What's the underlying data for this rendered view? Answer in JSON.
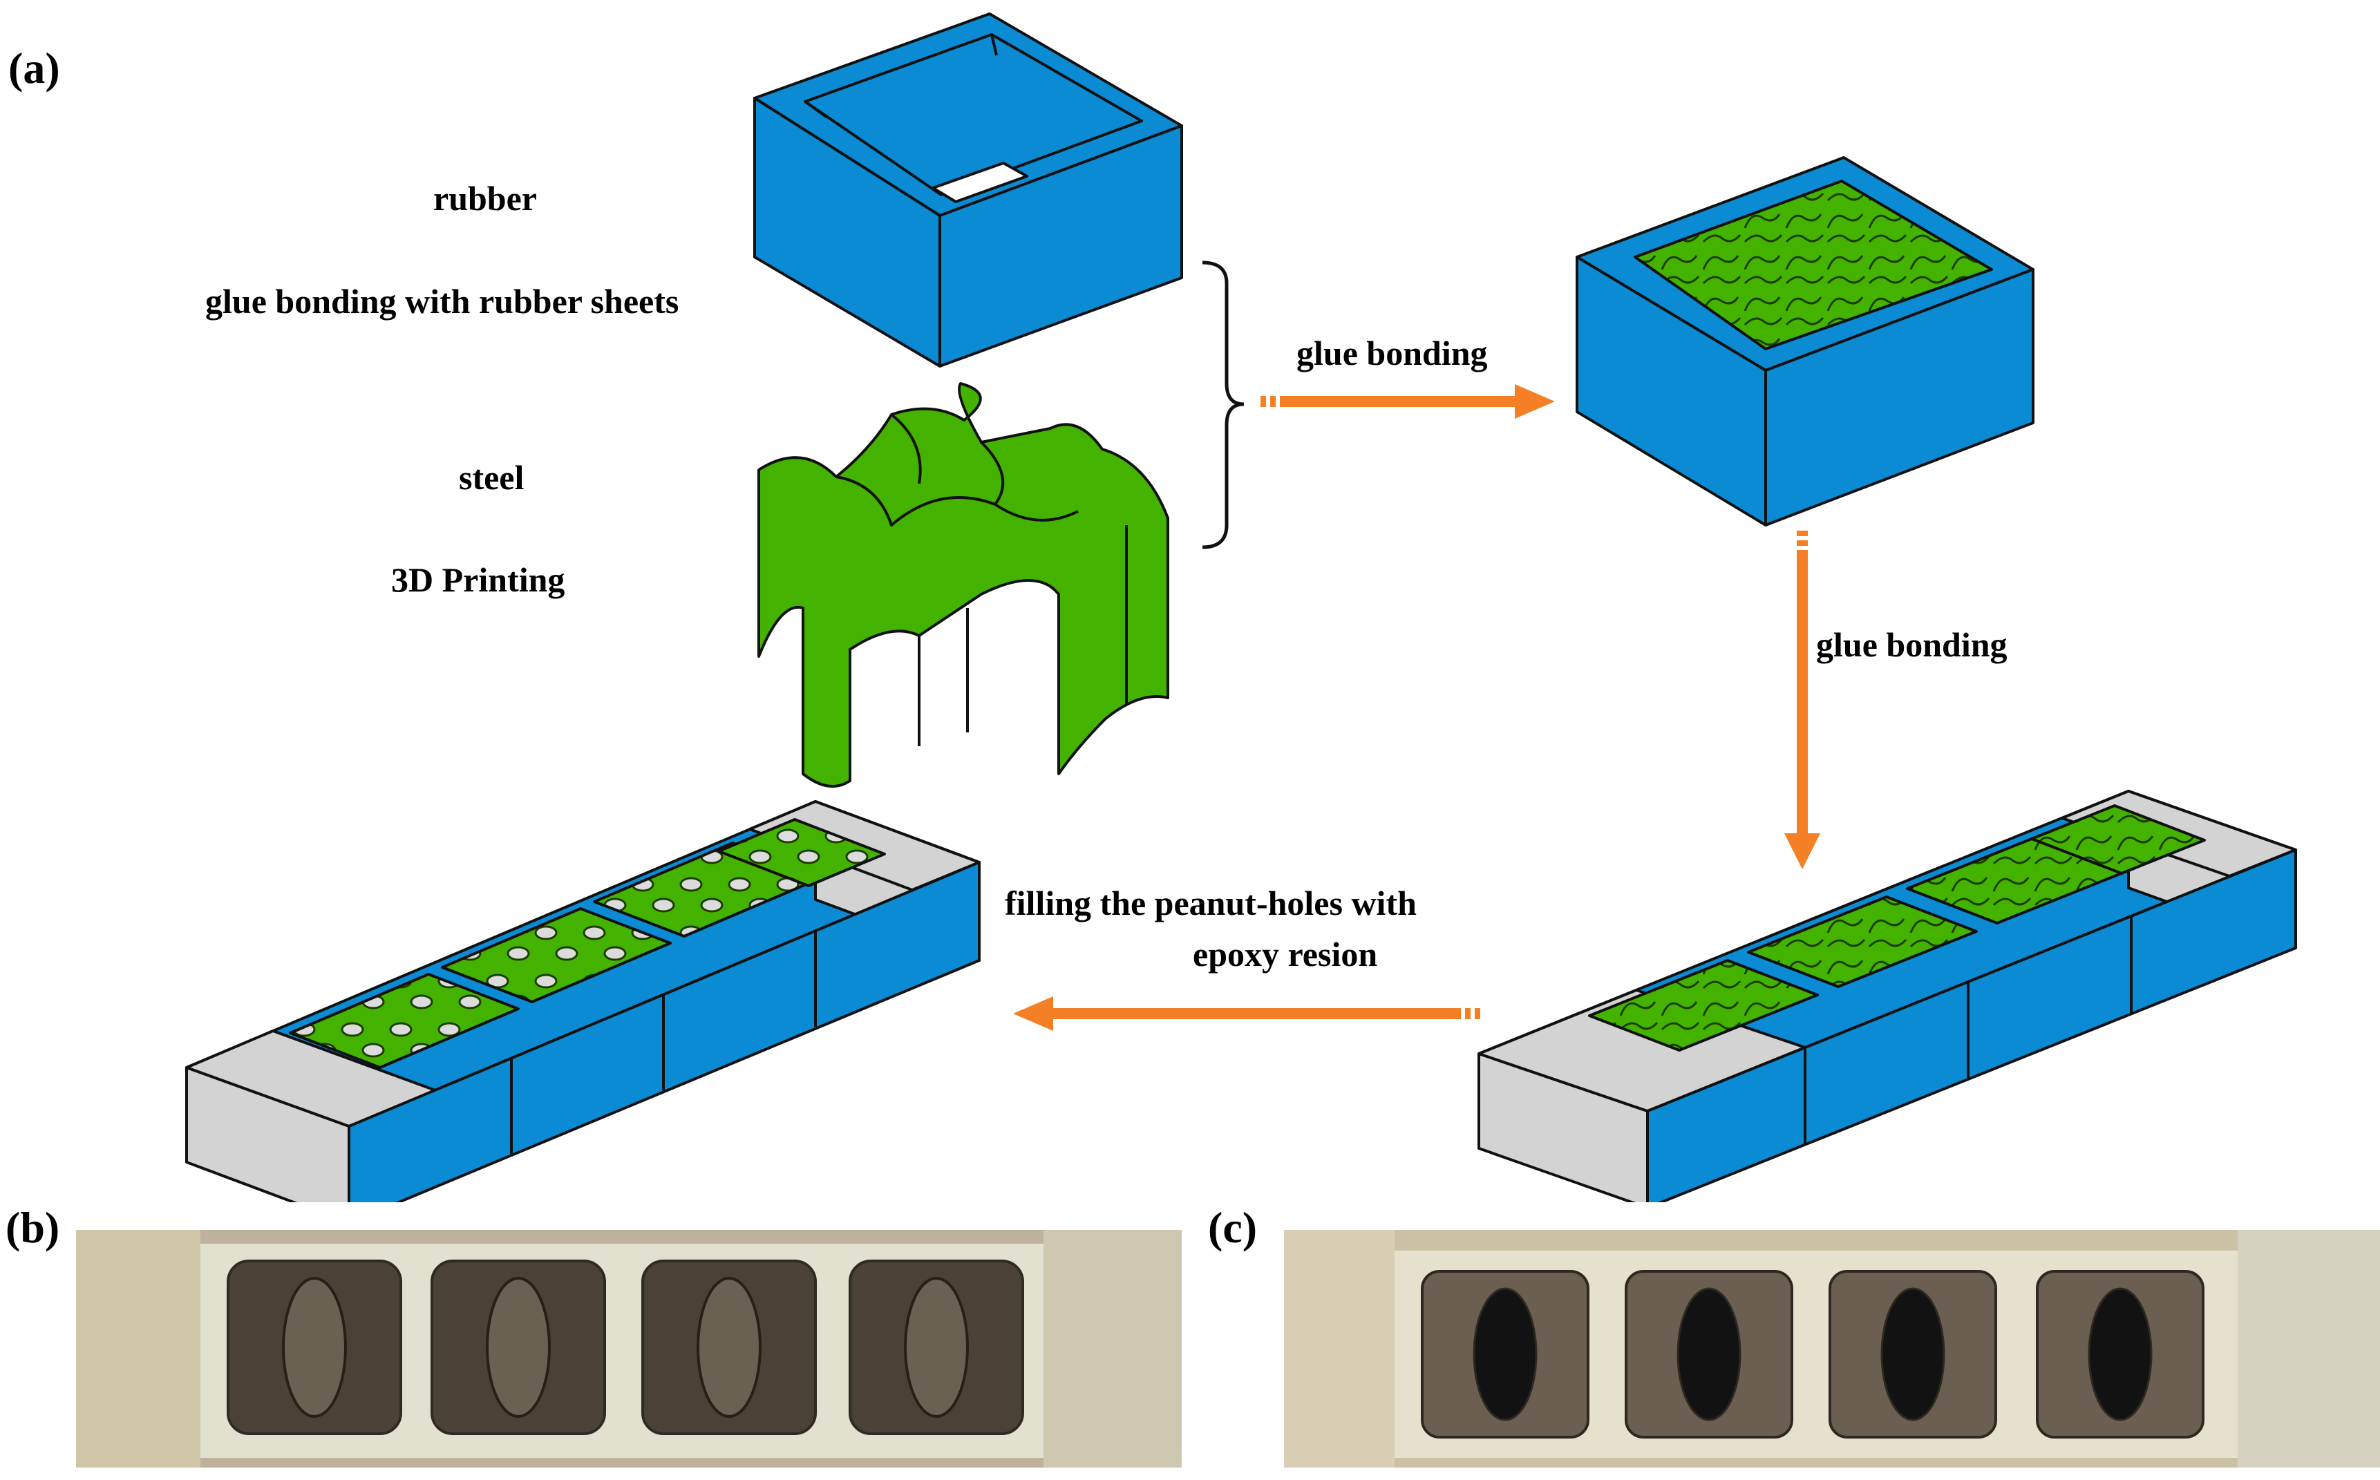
{
  "panels": {
    "a": "(a)",
    "b": "(b)",
    "c": "(c)"
  },
  "labels": {
    "rubber": "rubber",
    "rubber_process": "glue bonding with rubber sheets",
    "steel": "steel",
    "steel_process": "3D Printing",
    "step1": "glue bonding",
    "step2": "glue bonding",
    "step3_line1": "filling the peanut-holes with",
    "step3_line2": "epoxy resion"
  },
  "colors": {
    "rubber_blue": "#0a8bd3",
    "steel_green": "#44b300",
    "end_grey": "#d3d3d3",
    "arrow_orange": "#f47f24",
    "epoxy_light": "#d9d9d9"
  }
}
